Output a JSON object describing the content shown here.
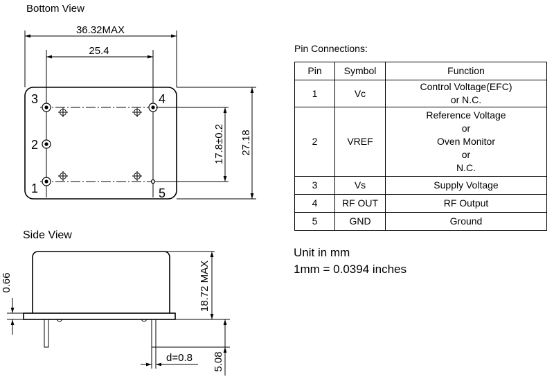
{
  "titles": {
    "bottom_view": "Bottom View",
    "side_view": "Side View",
    "pin_connections": "Pin Connections:"
  },
  "dimensions": {
    "overall_width": "36.32MAX",
    "pin_spacing_x": "25.4",
    "pin_spacing_y": "17.8±0.2",
    "overall_height": "27.18",
    "base_thickness": "0.66",
    "body_height": "18.72 MAX",
    "lead_diameter": "d=0.8",
    "lead_length": "5.08"
  },
  "pin_labels": [
    "1",
    "2",
    "3",
    "4",
    "5"
  ],
  "table": {
    "headers": [
      "Pin",
      "Symbol",
      "Function"
    ],
    "rows": [
      {
        "pin": "1",
        "symbol": "Vc",
        "function": [
          "Control Voltage(EFC)",
          "or  N.C."
        ]
      },
      {
        "pin": "2",
        "symbol": "VREF",
        "function": [
          "Reference Voltage",
          "or",
          "Oven Monitor",
          "or",
          "N.C."
        ]
      },
      {
        "pin": "3",
        "symbol": "Vs",
        "function": [
          "Supply Voltage"
        ]
      },
      {
        "pin": "4",
        "symbol": "RF OUT",
        "function": [
          "RF Output"
        ]
      },
      {
        "pin": "5",
        "symbol": "GND",
        "function": [
          "Ground"
        ]
      }
    ]
  },
  "notes": {
    "unit": "Unit in mm",
    "conversion": "1mm = 0.0394 inches"
  }
}
